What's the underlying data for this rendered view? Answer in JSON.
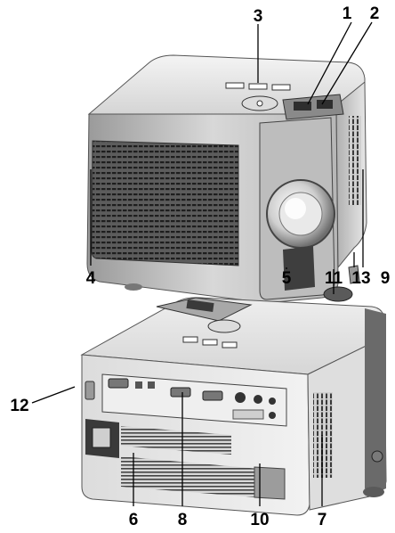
{
  "callouts": {
    "c1": "1",
    "c2": "2",
    "c3": "3",
    "c4": "4",
    "c5": "5",
    "c6": "6",
    "c7": "7",
    "c8": "8",
    "c9": "9",
    "c10": "10",
    "c11": "11",
    "c12": "12",
    "c13": "13"
  },
  "colors": {
    "body_light": "#e6e6e6",
    "body_mid": "#c4c4c4",
    "body_dark": "#7a7a7a",
    "grille": "#3c3c3c",
    "ink": "#000000"
  }
}
